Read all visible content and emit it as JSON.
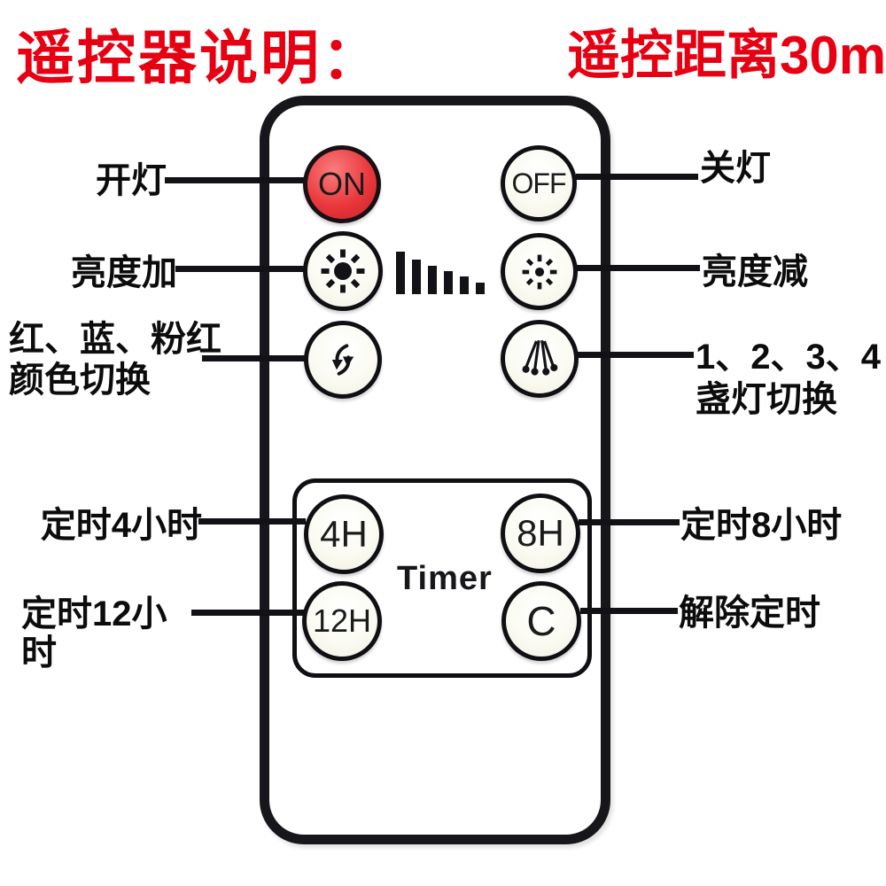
{
  "header": {
    "title_left": "遥控器说明：",
    "title_right": "遥控距离30m"
  },
  "colors": {
    "accent_red": "#e60012",
    "on_button_red": "#ea383c",
    "ink": "#121216"
  },
  "remote": {
    "buttons": {
      "on": "ON",
      "off": "OFF",
      "timer_4h": "4H",
      "timer_8h": "8H",
      "timer_12h": "12H",
      "timer_clear": "C"
    },
    "timer_label": "Timer",
    "icons": {
      "brightness_up": "sun-filled-icon",
      "brightness_down": "sun-outline-icon",
      "color_cycle": "cycle-arrows-icon",
      "lamp_select": "four-lamps-fan-icon",
      "level_indicator": "brightness-level-bars"
    }
  },
  "annotations": {
    "left": [
      {
        "text": "开灯"
      },
      {
        "text": "亮度加"
      },
      {
        "text": "红、蓝、粉红\n颜色切换"
      },
      {
        "text": "定时4小时"
      },
      {
        "text": "定时12小时"
      }
    ],
    "right": [
      {
        "text": "关灯"
      },
      {
        "text": "亮度减"
      },
      {
        "text": "1、2、3、4\n盏灯切换"
      },
      {
        "text": "定时8小时"
      },
      {
        "text": "解除定时"
      }
    ]
  }
}
